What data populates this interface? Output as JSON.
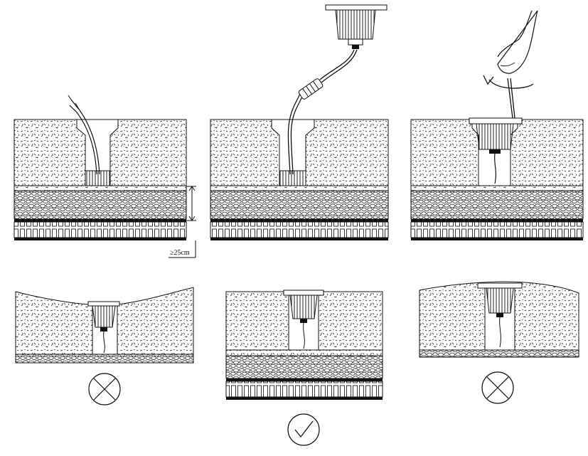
{
  "figure": {
    "depth_note": "≥25cm",
    "verdicts": [
      "incorrect",
      "correct",
      "incorrect"
    ]
  },
  "colors": {
    "ink": "#111111",
    "paper": "#ffffff",
    "gravel_fill": "#f4f4f4"
  },
  "icons": {
    "cross": "cross-circle-icon",
    "check": "check-circle-icon",
    "rotate": "rotate-arrow-icon"
  }
}
